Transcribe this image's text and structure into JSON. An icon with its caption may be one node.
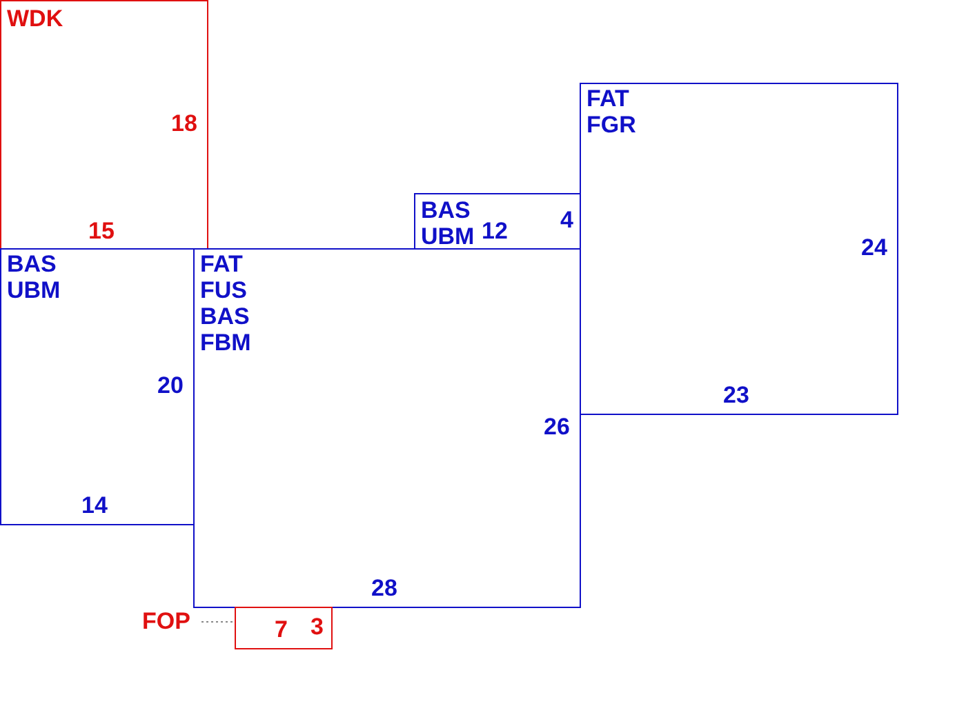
{
  "diagram": {
    "nodes": [
      {
        "text": [
          "WDK",
          "18",
          "15"
        ]
      },
      {
        "text": [
          "BAS UBM",
          "20",
          "14"
        ]
      },
      {
        "text": [
          "FAT FUS BAS FBM",
          "26",
          "28"
        ]
      },
      {
        "text": [
          "BAS UBM",
          "12",
          "4"
        ]
      },
      {
        "text": [
          "FAT FGR",
          "24",
          "23"
        ]
      },
      {
        "text": [
          "FOP"
        ]
      },
      {
        "text": [
          "7",
          "3"
        ]
      }
    ],
    "edges": [
      {
        "from": 5,
        "to": 6,
        "arrow": "none",
        "style": "dashed"
      }
    ]
  }
}
